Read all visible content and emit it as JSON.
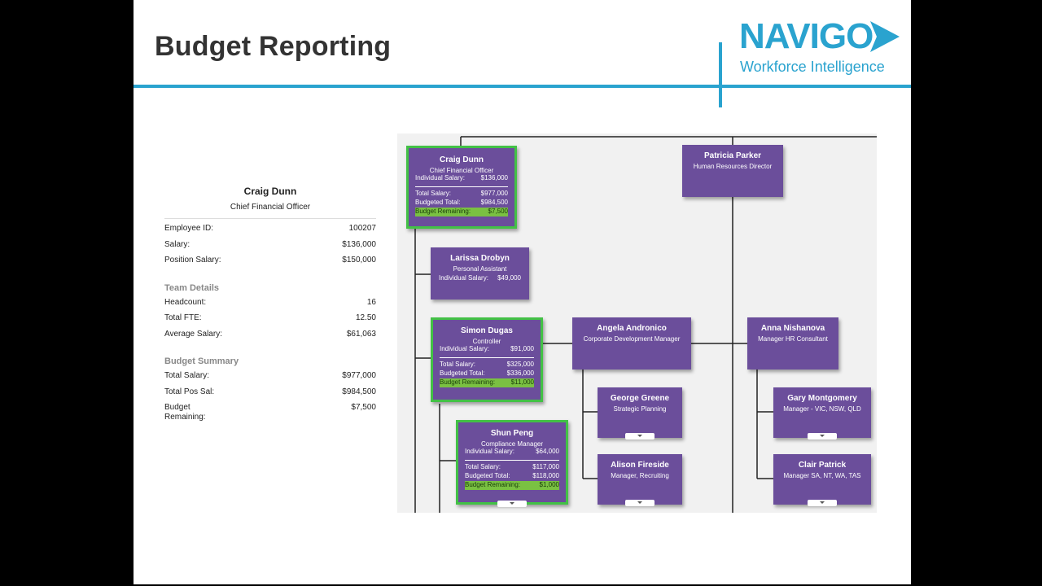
{
  "slide": {
    "title": "Budget Reporting"
  },
  "logo": {
    "word": "NAVIGO",
    "tagline": "Workforce Intelligence"
  },
  "details": {
    "name": "Craig Dunn",
    "role": "Chief Financial Officer",
    "rows": [
      {
        "label": "Employee ID:",
        "value": "100207"
      },
      {
        "label": "Salary:",
        "value": "$136,000"
      },
      {
        "label": "Position Salary:",
        "value": "$150,000"
      }
    ],
    "team_title": "Team Details",
    "team": [
      {
        "label": "Headcount:",
        "value": "16"
      },
      {
        "label": "Total FTE:",
        "value": "12.50"
      },
      {
        "label": "Average Salary:",
        "value": "$61,063"
      }
    ],
    "budget_title": "Budget Summary",
    "budget": [
      {
        "label": "Total Salary:",
        "value": "$977,000"
      },
      {
        "label": "Total Pos Sal:",
        "value": "$984,500"
      },
      {
        "label": "Budget Remaining:",
        "value": "$7,500"
      }
    ]
  },
  "org": {
    "craig": {
      "name": "Craig Dunn",
      "role": "Chief Financial Officer",
      "ind_label": "Individual Salary:",
      "ind_value": "$136,000",
      "total_label": "Total Salary:",
      "total_value": "$977,000",
      "budgeted_label": "Budgeted Total:",
      "budgeted_value": "$984,500",
      "remain_label": "Budget Remaining:",
      "remain_value": "$7,500"
    },
    "patricia": {
      "name": "Patricia Parker",
      "role": "Human Resources Director"
    },
    "larissa": {
      "name": "Larissa Drobyn",
      "role": "Personal Assistant",
      "ind_label": "Individual Salary:",
      "ind_value": "$49,000"
    },
    "simon": {
      "name": "Simon Dugas",
      "role": "Controller",
      "ind_label": "Individual Salary:",
      "ind_value": "$91,000",
      "total_label": "Total Salary:",
      "total_value": "$325,000",
      "budgeted_label": "Budgeted Total:",
      "budgeted_value": "$336,000",
      "remain_label": "Budget Remaining:",
      "remain_value": "$11,000"
    },
    "shun": {
      "name": "Shun Peng",
      "role": "Compliance Manager",
      "ind_label": "Individual Salary:",
      "ind_value": "$64,000",
      "total_label": "Total Salary:",
      "total_value": "$117,000",
      "budgeted_label": "Budgeted Total:",
      "budgeted_value": "$118,000",
      "remain_label": "Budget Remaining:",
      "remain_value": "$1,000"
    },
    "angela": {
      "name": "Angela Andronico",
      "role": "Corporate Development Manager"
    },
    "george": {
      "name": "George Greene",
      "role": "Strategic Planning"
    },
    "alison": {
      "name": "Alison Fireside",
      "role": "Manager, Recruiting"
    },
    "anna": {
      "name": "Anna Nishanova",
      "role": "Manager HR Consultant"
    },
    "gary": {
      "name": "Gary Montgomery",
      "role": "Manager - VIC, NSW, QLD"
    },
    "clair": {
      "name": "Clair Patrick",
      "role": "Manager SA, NT, WA, TAS"
    }
  },
  "colors": {
    "accent": "#2aa3cf",
    "card": "#6b4e9b",
    "highlight": "#43c146",
    "remaining": "#7ac142"
  }
}
